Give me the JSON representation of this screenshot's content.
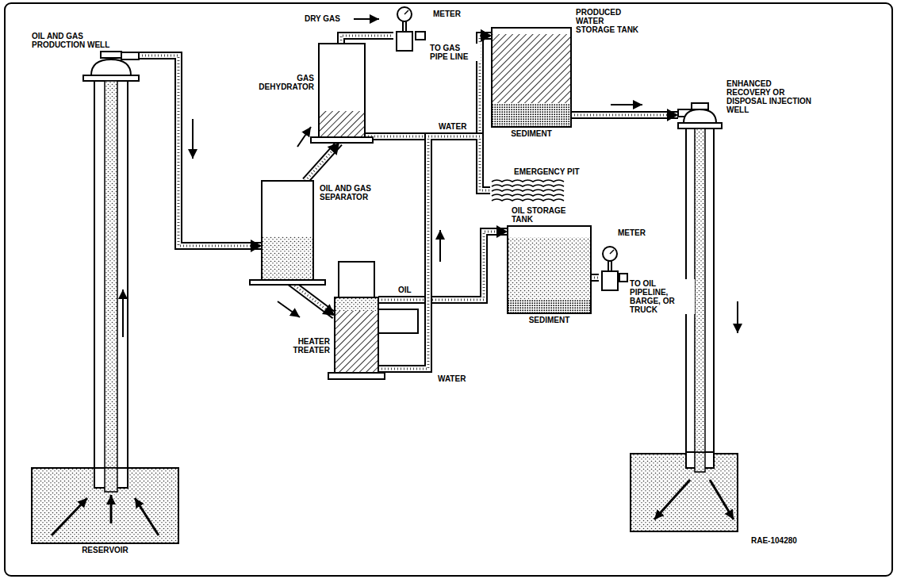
{
  "diagram": {
    "nodes": [
      {
        "text": [
          "OIL AND GAS PRODUCTION WELL"
        ]
      },
      {
        "text": [
          "RESERVOIR"
        ]
      },
      {
        "text": [
          "OIL AND GAS SEPARATOR"
        ]
      },
      {
        "text": [
          "GAS DEHYDRATOR"
        ]
      },
      {
        "text": [
          "HEATER TREATER"
        ]
      },
      {
        "text": [
          "OIL STORAGE TANK",
          "SEDIMENT"
        ]
      },
      {
        "text": [
          "PRODUCED WATER STORAGE TANK",
          "SEDIMENT"
        ]
      },
      {
        "text": [
          "EMERGENCY PIT"
        ]
      },
      {
        "text": [
          "ENHANCED RECOVERY OR DISPOSAL INJECTION WELL"
        ]
      },
      {
        "text": [
          "METER"
        ]
      },
      {
        "text": [
          "METER"
        ]
      }
    ],
    "edges": [
      {
        "from": 0,
        "to": 2,
        "arrow": "to"
      },
      {
        "from": 2,
        "to": 3,
        "arrow": "to"
      },
      {
        "from": 2,
        "to": 4,
        "arrow": "to"
      },
      {
        "from": 4,
        "to": 5,
        "label": "OIL",
        "arrow": "to"
      },
      {
        "from": 3,
        "to": 6,
        "label": "WATER",
        "arrow": "to"
      },
      {
        "from": 3,
        "to": 7,
        "arrow": "none"
      },
      {
        "from": 4,
        "to": 6,
        "label": "WATER",
        "arrow": "to"
      },
      {
        "from": 4,
        "to": 7,
        "arrow": "none"
      },
      {
        "from": 6,
        "to": 8,
        "arrow": "to"
      },
      {
        "from": 3,
        "to": 9,
        "arrow": "none"
      },
      {
        "from": 5,
        "to": 10,
        "arrow": "none"
      }
    ],
    "labels": [
      "DRY GAS",
      "TO GAS PIPE LINE",
      "TO OIL PIPELINE, BARGE, OR TRUCK",
      "RAE-104280"
    ]
  }
}
